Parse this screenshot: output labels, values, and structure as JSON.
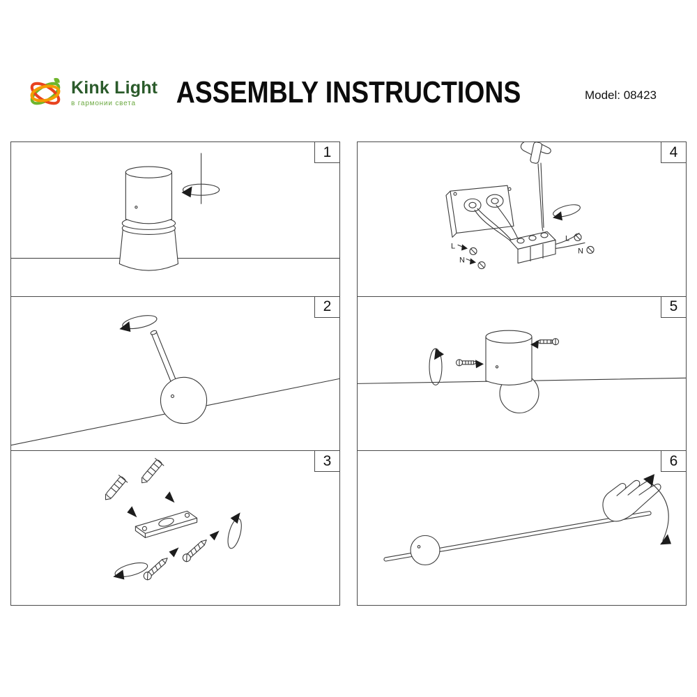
{
  "header": {
    "brand": "Kink Light",
    "tagline": "в гармонии света",
    "title": "ASSEMBLY INSTRUCTIONS",
    "model": "Model: 08423"
  },
  "colors": {
    "logo_green": "#6fb52c",
    "logo_orange": "#f59c00",
    "logo_red": "#e8431f",
    "brand_text": "#2b5b2b",
    "line": "#3a3a3a",
    "border": "#4a4a4a"
  },
  "steps": [
    {
      "number": "1"
    },
    {
      "number": "2"
    },
    {
      "number": "3"
    },
    {
      "number": "4"
    },
    {
      "number": "5"
    },
    {
      "number": "6"
    }
  ],
  "wiring": {
    "left_l": "L",
    "left_n": "N",
    "right_l": "L",
    "right_n": "N"
  }
}
